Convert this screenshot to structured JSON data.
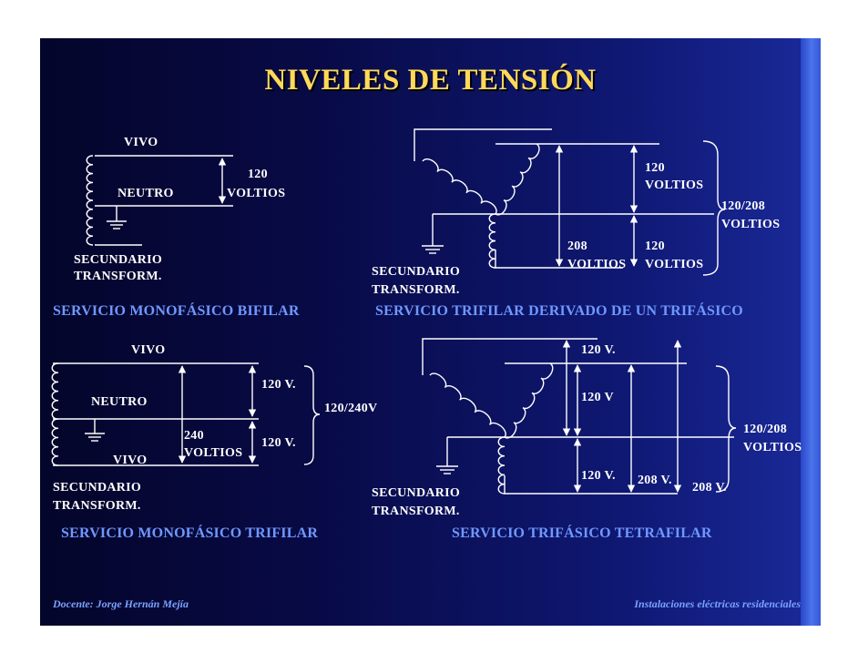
{
  "title": "NIVELES DE TENSIÓN",
  "colors": {
    "title": "#ffd95a",
    "caption": "#6f98ff",
    "line": "#ffffff",
    "edge": "#3a62e0"
  },
  "panels": {
    "mono_bifilar": {
      "vivo": "VIVO",
      "neutro": "NEUTRO",
      "v1": "120",
      "v2": "VOLTIOS",
      "sec1": "SECUNDARIO",
      "sec2": "TRANSFORM.",
      "caption": "SERVICIO MONOFÁSICO BIFILAR"
    },
    "trifilar_derivado": {
      "a1": "120",
      "a2": "VOLTIOS",
      "b1": "120",
      "b2": "VOLTIOS",
      "c1": "208",
      "c2": "VOLTIOS",
      "d1": "120/208",
      "d2": "VOLTIOS",
      "sec1": "SECUNDARIO",
      "sec2": "TRANSFORM.",
      "caption": "SERVICIO TRIFILAR DERIVADO DE UN TRIFÁSICO"
    },
    "mono_trifilar": {
      "vivo_top": "VIVO",
      "neutro": "NEUTRO",
      "vivo_bottom": "VIVO",
      "a": "120 V.",
      "b": "120 V.",
      "c1": "240",
      "c2": "VOLTIOS",
      "d": "120/240V",
      "sec1": "SECUNDARIO",
      "sec2": "TRANSFORM.",
      "caption": "SERVICIO MONOFÁSICO TRIFILAR"
    },
    "trifasico_tetrafilar": {
      "a": "120 V.",
      "b": "120 V",
      "c": "120 V.",
      "d": "208 V.",
      "e": "208 V.",
      "f1": "120/208",
      "f2": "VOLTIOS",
      "sec1": "SECUNDARIO",
      "sec2": "TRANSFORM.",
      "caption": "SERVICIO TRIFÁSICO TETRAFILAR"
    }
  },
  "footer": {
    "left": "Docente: Jorge Hernán Mejía",
    "right": "Instalaciones eléctricas residenciales"
  }
}
